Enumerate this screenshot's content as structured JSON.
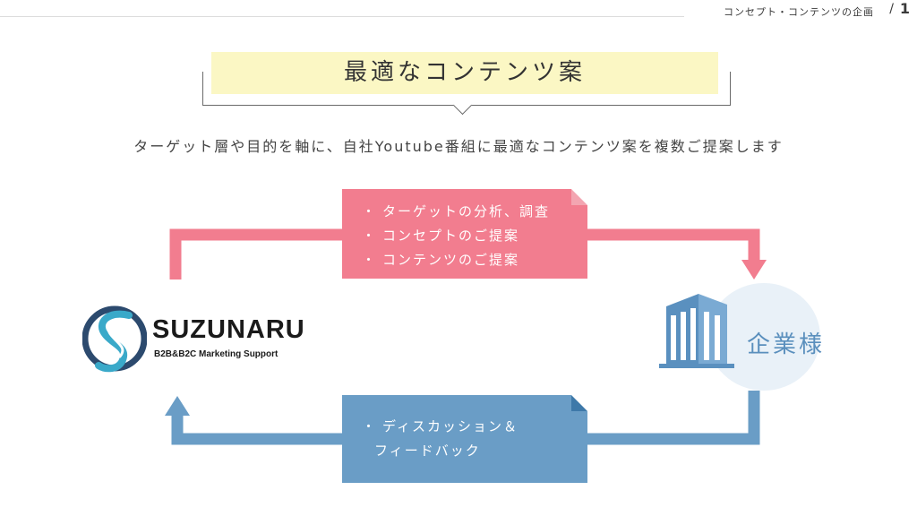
{
  "header": {
    "section": "コンセプト・コンテンツの企画",
    "separator": "/",
    "page_number": "1"
  },
  "title": "最適なコンテンツ案",
  "subtitle": "ターゲット層や目的を軸に、自社Youtube番組に最適なコンテンツ案を複数ご提案します",
  "flow": {
    "to_company": {
      "items": [
        "ターゲットの分析、調査",
        "コンセプトのご提案",
        "コンテンツのご提案"
      ]
    },
    "to_agency": {
      "items": [
        "ディスカッション＆",
        "フィードバック"
      ]
    }
  },
  "agency": {
    "name": "SUZUNARU",
    "tagline": "B2B&B2C Marketing Support"
  },
  "company": {
    "label": "企業様"
  },
  "colors": {
    "pink": "#f27d8f",
    "blue": "#6a9dc6",
    "title_bg": "#fbf7c4"
  }
}
